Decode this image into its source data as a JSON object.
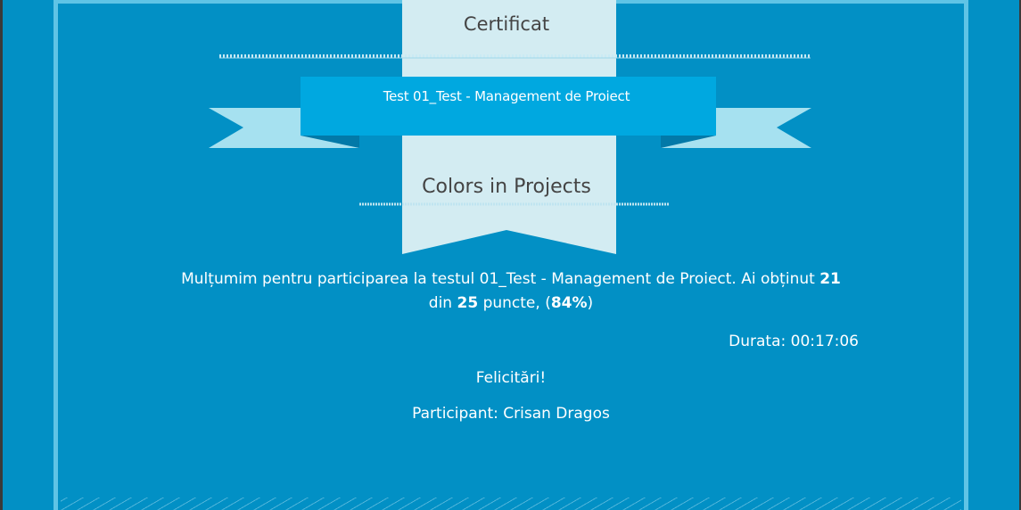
{
  "certificate": {
    "label": "Certificat",
    "test_name": "Test 01_Test - Management de Proiect",
    "project_name": "Colors in Projects",
    "message": {
      "prefix": "Mulțumim pentru participarea la testul 01_Test - Management de Proiect. Ai obținut",
      "score": "21",
      "of": "din",
      "total": "25",
      "points": "puncte, (",
      "percent": "84%",
      "close": ")"
    },
    "duration": "Durata: 00:17:06",
    "congrats": "Felicitări!",
    "participant": "Participant: Crisan Dragos"
  },
  "colors": {
    "background": "#0290c5",
    "frame": "#5fc4e6",
    "ribbon_pale": "#d3ecf2",
    "ribbon_blue": "#00a8e0",
    "ribbon_light": "#a6e1f0",
    "ribbon_dark": "#0279a8"
  }
}
